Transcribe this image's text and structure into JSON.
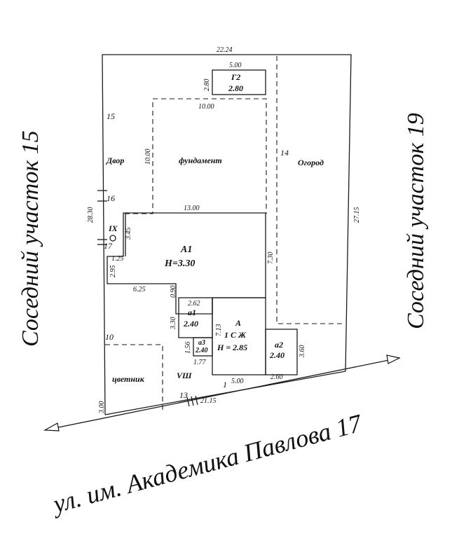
{
  "neighbors": {
    "left": "Соседний участок 15",
    "right": "Соседний участок 19"
  },
  "street": "ул. им. Академика Павлова 17",
  "zones": {
    "dvor": "Двор",
    "fundament": "фундамент",
    "ogorod": "Огород",
    "tsvetnik": "цветник",
    "vsh": "VШ"
  },
  "buildings": {
    "g2": {
      "name": "Г2",
      "value": "2.80"
    },
    "a1_main": {
      "name": "А1",
      "h": "Н=3.30"
    },
    "a_main": {
      "name": "А",
      "floors": "1 С Ж",
      "h": "Н = 2.85"
    },
    "a1_small": {
      "name": "а1",
      "value": "2.40"
    },
    "a2": {
      "name": "а2",
      "value": "2.40"
    },
    "a3": {
      "name": "а3",
      "value": "2.40"
    },
    "ix": "IX"
  },
  "dims": {
    "top": "22.24",
    "g2_w": "5.00",
    "g2_h": "2.80",
    "fund_w": "10.00",
    "fund_h": "10.00",
    "left": "28.30",
    "a1_w": "13.00",
    "ix_h": "3.45",
    "a1_right": "7.30",
    "notch_h": "2.95",
    "notch_w": "1.25",
    "a1_bottom": "6.25",
    "small_v": "0.90",
    "a1s_w": "2.62",
    "a1s_h": "3.30",
    "a_side": "7.13",
    "a3_h": "1.56",
    "a3_w": "1.77",
    "a_bottom": "5.00",
    "a2_bottom": "2.60",
    "a2_h": "3.60",
    "right": "27.15",
    "bottom": "21.15",
    "left_bottom": "3.00"
  },
  "points": {
    "p15": "15",
    "p16": "16",
    "p17": "17",
    "p14": "14",
    "p10": "10",
    "p13": "13",
    "p1": "1"
  }
}
